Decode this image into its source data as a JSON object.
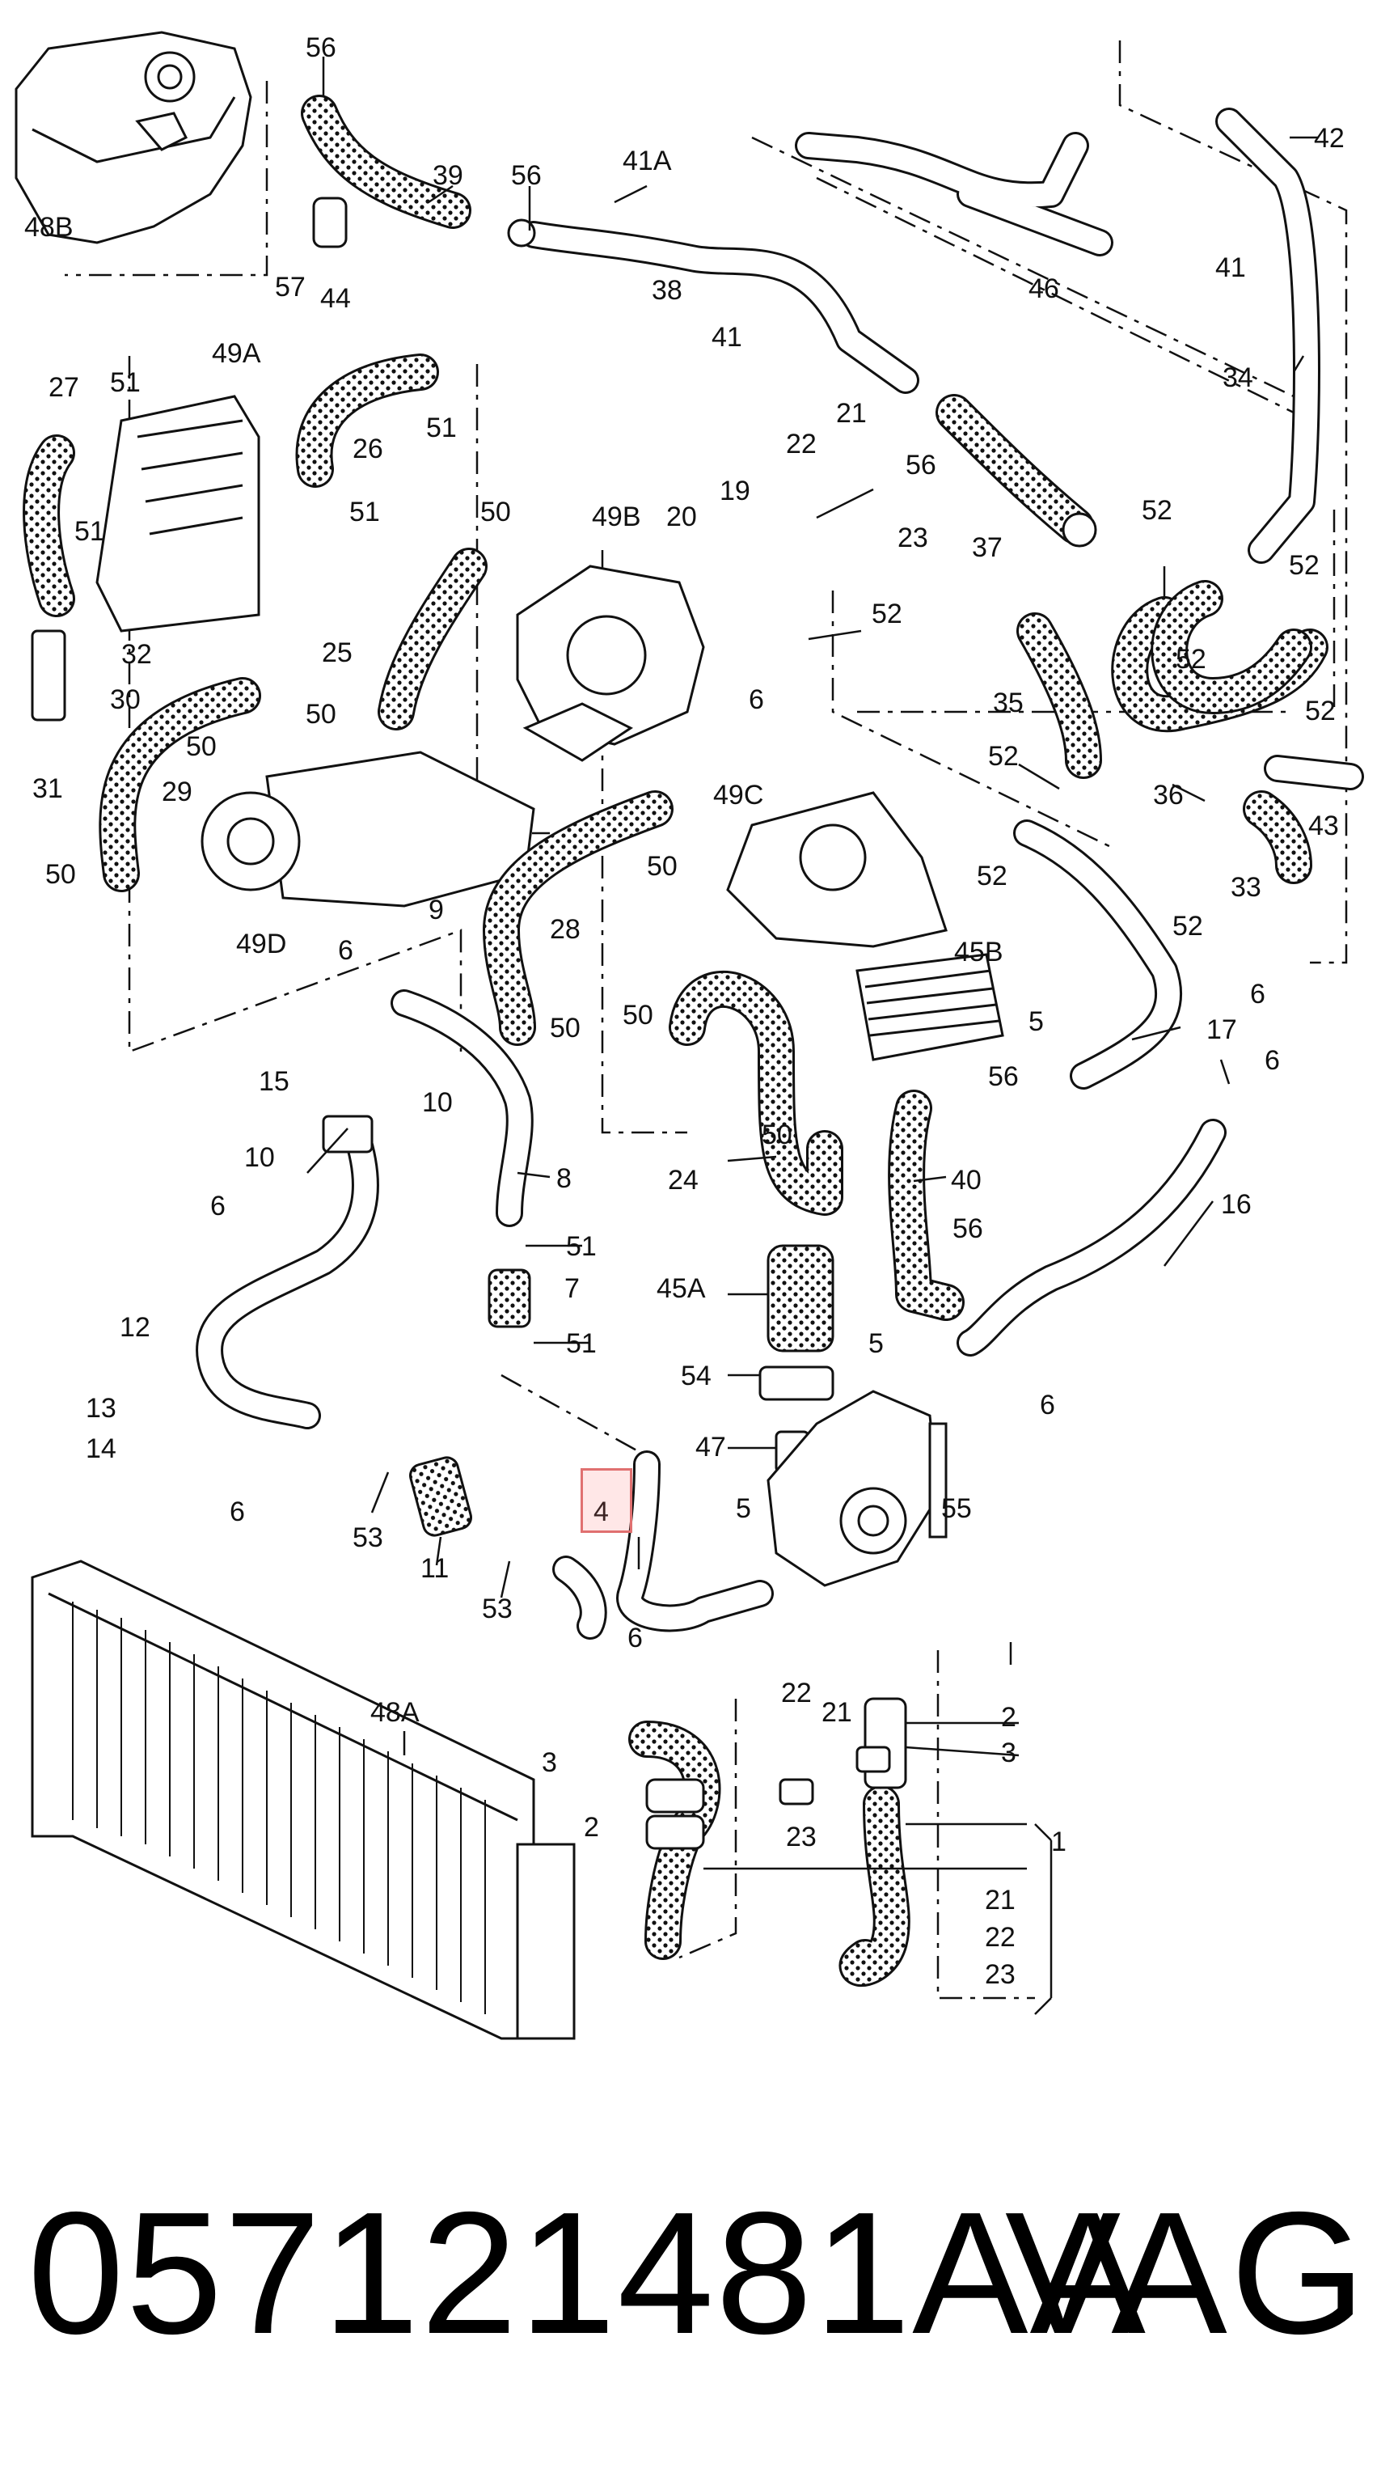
{
  "diagram": {
    "callouts": {
      "c56a": "56",
      "c39": "39",
      "c56b": "56",
      "c41a": "41A",
      "c42": "42",
      "c48b": "48B",
      "c57": "57",
      "c44": "44",
      "c38": "38",
      "c46": "46",
      "c41b": "41",
      "c41c": "41",
      "c34": "34",
      "c49a": "49A",
      "c27": "27",
      "c51a": "51",
      "c26": "26",
      "c51b": "51",
      "c21a": "21",
      "c22a": "22",
      "c56c": "56",
      "c51c": "51",
      "c50a": "50",
      "c49b": "49B",
      "c20": "20",
      "c19": "19",
      "c23a": "23",
      "c37": "37",
      "c52a": "52",
      "c52b": "52",
      "c51d": "51",
      "c32": "32",
      "c25": "25",
      "c52c": "52",
      "c6a": "6",
      "c52d": "52",
      "c30": "30",
      "c31": "31",
      "c50b": "50",
      "c35": "35",
      "c52e": "52",
      "c50c": "50",
      "c29": "29",
      "c52f": "52",
      "c36": "36",
      "c49c": "49C",
      "c43": "43",
      "c50d": "50",
      "c50e": "50",
      "c52g": "52",
      "c33": "33",
      "c28": "28",
      "c52h": "52",
      "c49d": "49D",
      "c6b": "6",
      "c9": "9",
      "c45b": "45B",
      "c6c": "6",
      "c50f": "50",
      "c5a": "5",
      "c17": "17",
      "c50g": "50",
      "c56d": "56",
      "c6d": "6",
      "c15": "15",
      "c10a": "10",
      "c10b": "10",
      "c50h": "50",
      "c8": "8",
      "c24": "24",
      "c40": "40",
      "c6e": "6",
      "c16": "16",
      "c51e": "51",
      "c56e": "56",
      "c45a": "45A",
      "c7": "7",
      "c12": "12",
      "c51f": "51",
      "c5b": "5",
      "c54": "54",
      "c6f": "6",
      "c13": "13",
      "c14": "14",
      "c47": "47",
      "c6g": "6",
      "c4": "4",
      "c5c": "5",
      "c55": "55",
      "c53a": "53",
      "c11": "11",
      "c53b": "53",
      "c6h": "6",
      "c48a": "48A",
      "c22b": "22",
      "c21b": "21",
      "c2a": "2",
      "c3a": "3",
      "c3b": "3",
      "c23b": "23",
      "c2b": "2",
      "c1": "1",
      "c21c": "21",
      "c22c": "22",
      "c23c": "23"
    }
  },
  "footer": {
    "part_number": "057121481AA",
    "brand": "VAG"
  }
}
